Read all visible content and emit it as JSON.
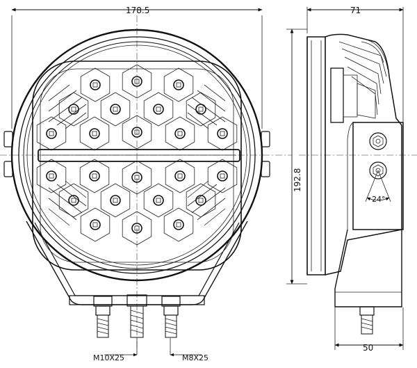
{
  "dimensions": {
    "front_width": "178.5",
    "side_depth": "71",
    "height": "192.8",
    "bracket_width": "50",
    "tilt_angle": "24°"
  },
  "bolts": {
    "left_label": "M10X25",
    "right_label": "M8X25"
  },
  "icons": [
    "led-lamp-front-view",
    "led-lamp-side-view",
    "mounting-bolt-icon"
  ]
}
